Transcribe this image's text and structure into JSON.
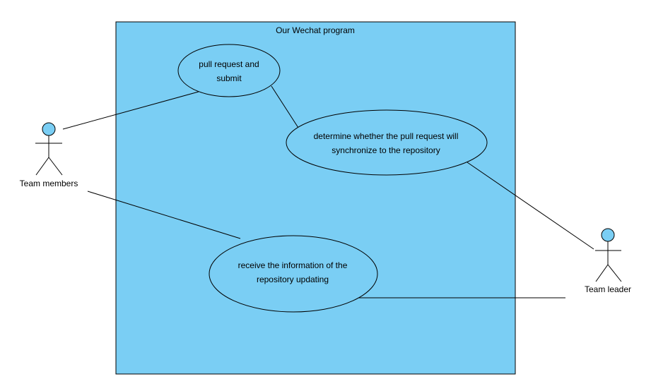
{
  "system": {
    "title": "Our Wechat program",
    "fill_color": "#7acef4"
  },
  "actors": [
    {
      "id": "team-members",
      "label": "Team members"
    },
    {
      "id": "team-leader",
      "label": "Team leader"
    }
  ],
  "use_cases": [
    {
      "id": "pull-request",
      "lines": [
        "pull request and",
        "submit"
      ]
    },
    {
      "id": "determine-sync",
      "lines": [
        "determine whether the pull request will",
        "synchronize to the repository"
      ]
    },
    {
      "id": "receive-info",
      "lines": [
        "receive the information of the",
        "repository updating"
      ]
    }
  ]
}
